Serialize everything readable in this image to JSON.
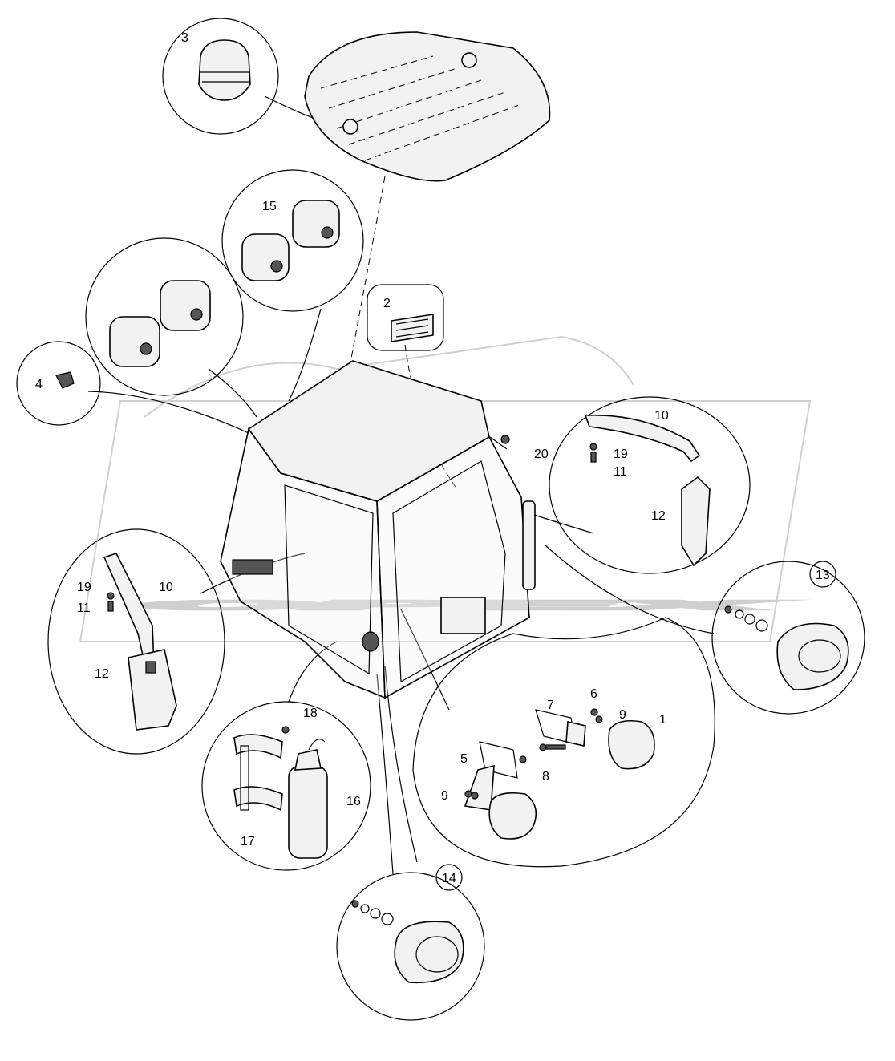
{
  "watermark": "OPEX",
  "callouts": [
    {
      "id": "c3",
      "label": "3"
    },
    {
      "id": "c15",
      "label": "15"
    },
    {
      "id": "c2",
      "label": "2"
    },
    {
      "id": "c4",
      "label": "4"
    },
    {
      "id": "c10a",
      "label": "10"
    },
    {
      "id": "c19a",
      "label": "19"
    },
    {
      "id": "c11a",
      "label": "11"
    },
    {
      "id": "c20",
      "label": "20"
    },
    {
      "id": "c12a",
      "label": "12"
    },
    {
      "id": "c13",
      "label": "13"
    },
    {
      "id": "c19b",
      "label": "19"
    },
    {
      "id": "c10b",
      "label": "10"
    },
    {
      "id": "c11b",
      "label": "11"
    },
    {
      "id": "c12b",
      "label": "12"
    },
    {
      "id": "c18",
      "label": "18"
    },
    {
      "id": "c16",
      "label": "16"
    },
    {
      "id": "c17",
      "label": "17"
    },
    {
      "id": "c6",
      "label": "6"
    },
    {
      "id": "c7",
      "label": "7"
    },
    {
      "id": "c9a",
      "label": "9"
    },
    {
      "id": "c1",
      "label": "1"
    },
    {
      "id": "c5",
      "label": "5"
    },
    {
      "id": "c8",
      "label": "8"
    },
    {
      "id": "c9b",
      "label": "9"
    },
    {
      "id": "c14",
      "label": "14"
    }
  ]
}
